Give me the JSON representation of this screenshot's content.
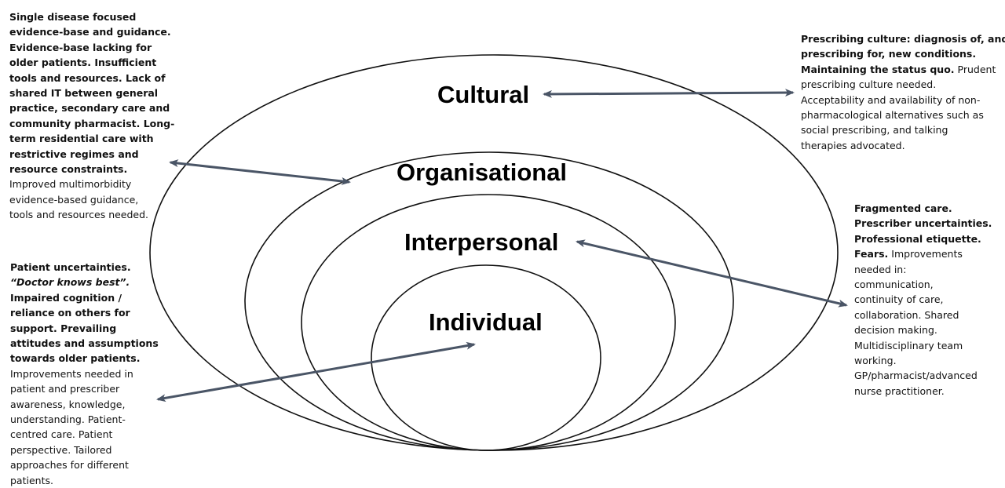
{
  "levels": {
    "cultural": "Cultural",
    "organisational": "Organisational",
    "interpersonal": "Interpersonal",
    "individual": "Individual"
  },
  "notes": {
    "organisational": [
      [
        {
          "t": "Single disease focused",
          "s": "b"
        }
      ],
      [
        {
          "t": "evidence-base and guidance.",
          "s": "b"
        }
      ],
      [
        {
          "t": "Evidence-base lacking for",
          "s": "b"
        }
      ],
      [
        {
          "t": "older patients. Insufficient",
          "s": "b"
        }
      ],
      [
        {
          "t": "tools and resources. Lack of",
          "s": "b"
        }
      ],
      [
        {
          "t": "shared IT between general",
          "s": "b"
        }
      ],
      [
        {
          "t": "practice, secondary care and",
          "s": "b"
        }
      ],
      [
        {
          "t": "community pharmacist. Long-",
          "s": "b"
        }
      ],
      [
        {
          "t": "term residential care with",
          "s": "b"
        }
      ],
      [
        {
          "t": "restrictive regimes and",
          "s": "b"
        }
      ],
      [
        {
          "t": "resource constraints.",
          "s": "b"
        }
      ],
      [
        {
          "t": "Improved multimorbidity",
          "s": ""
        }
      ],
      [
        {
          "t": "evidence-based guidance,",
          "s": ""
        }
      ],
      [
        {
          "t": "tools and resources needed.",
          "s": ""
        }
      ]
    ],
    "cultural": [
      [
        {
          "t": "Prescribing culture: diagnosis of, and",
          "s": "b"
        }
      ],
      [
        {
          "t": "prescribing for, new conditions.",
          "s": "b"
        }
      ],
      [
        {
          "t": "Maintaining the status quo.",
          "s": "b"
        },
        {
          "t": "  Prudent",
          "s": ""
        }
      ],
      [
        {
          "t": "prescribing culture needed.",
          "s": ""
        }
      ],
      [
        {
          "t": "Acceptability and availability of non-",
          "s": ""
        }
      ],
      [
        {
          "t": "pharmacological alternatives such as",
          "s": ""
        }
      ],
      [
        {
          "t": "social prescribing, and talking",
          "s": ""
        }
      ],
      [
        {
          "t": "therapies advocated.",
          "s": ""
        }
      ]
    ],
    "interpersonal": [
      [
        {
          "t": "Fragmented care.",
          "s": "b"
        }
      ],
      [
        {
          "t": "Prescriber uncertainties.",
          "s": "b"
        }
      ],
      [
        {
          "t": "Professional etiquette.",
          "s": "b"
        }
      ],
      [
        {
          "t": "Fears.",
          "s": "b"
        },
        {
          "t": " Improvements",
          "s": ""
        }
      ],
      [
        {
          "t": "needed in:",
          "s": ""
        }
      ],
      [
        {
          "t": "communication,",
          "s": ""
        }
      ],
      [
        {
          "t": "continuity of care,",
          "s": ""
        }
      ],
      [
        {
          "t": "collaboration. Shared",
          "s": ""
        }
      ],
      [
        {
          "t": "decision making.",
          "s": ""
        }
      ],
      [
        {
          "t": "Multidisciplinary team",
          "s": ""
        }
      ],
      [
        {
          "t": "working.",
          "s": ""
        }
      ],
      [
        {
          "t": "GP/pharmacist/advanced",
          "s": ""
        }
      ],
      [
        {
          "t": "nurse practitioner.",
          "s": ""
        }
      ]
    ],
    "individual": [
      [
        {
          "t": "Patient uncertainties.",
          "s": "b"
        }
      ],
      [
        {
          "t": "“Doctor knows best”.",
          "s": "bi"
        }
      ],
      [
        {
          "t": "Impaired cognition /",
          "s": "b"
        }
      ],
      [
        {
          "t": "reliance on others for",
          "s": "b"
        }
      ],
      [
        {
          "t": "support.  Prevailing",
          "s": "b"
        }
      ],
      [
        {
          "t": "attitudes and assumptions",
          "s": "b"
        }
      ],
      [
        {
          "t": "towards older patients.",
          "s": "b"
        }
      ],
      [
        {
          "t": "Improvements needed in",
          "s": ""
        }
      ],
      [
        {
          "t": "patient and prescriber",
          "s": ""
        }
      ],
      [
        {
          "t": "awareness, knowledge,",
          "s": ""
        }
      ],
      [
        {
          "t": "understanding. Patient-",
          "s": ""
        }
      ],
      [
        {
          "t": "centred care. Patient",
          "s": ""
        }
      ],
      [
        {
          "t": "perspective. Tailored",
          "s": ""
        }
      ],
      [
        {
          "t": "approaches for different",
          "s": ""
        }
      ],
      [
        {
          "t": "patients.",
          "s": ""
        }
      ]
    ]
  },
  "colors": {
    "ellipse_stroke": "#111111",
    "arrow": "#4a5566",
    "text": "#111111",
    "background": "#ffffff"
  }
}
